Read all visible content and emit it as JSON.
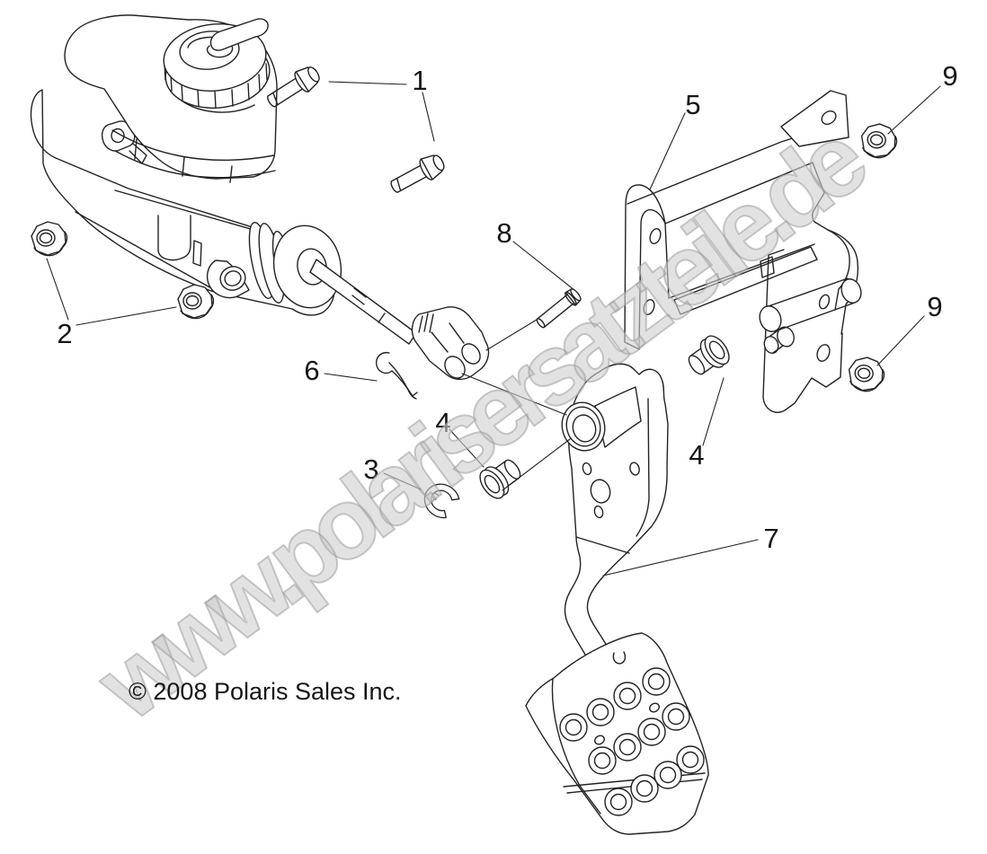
{
  "diagram": {
    "type": "exploded-parts-diagram",
    "subject": "Brake master cylinder, bracket and brake pedal assembly",
    "background_color": "#ffffff",
    "line_color": "#222222",
    "watermark": {
      "text": "www.polarisersatzteile.de",
      "fill_color": "#cfcfcf",
      "outline_color": "#9f9f9f"
    },
    "copyright": "© 2008 Polaris Sales Inc.",
    "callouts": [
      {
        "label": "1",
        "part": "mounting-bolt"
      },
      {
        "label": "2",
        "part": "flange-nut-left-pair"
      },
      {
        "label": "3",
        "part": "e-clip"
      },
      {
        "label": "4",
        "part": "pivot-bushing-left"
      },
      {
        "label": "4",
        "part": "pivot-bushing-right"
      },
      {
        "label": "5",
        "part": "mounting-bracket"
      },
      {
        "label": "6",
        "part": "cotter-pin"
      },
      {
        "label": "7",
        "part": "brake-pedal"
      },
      {
        "label": "8",
        "part": "clevis-pin"
      },
      {
        "label": "9",
        "part": "flange-nut-top-right"
      },
      {
        "label": "9",
        "part": "flange-nut-mid-right"
      }
    ]
  }
}
